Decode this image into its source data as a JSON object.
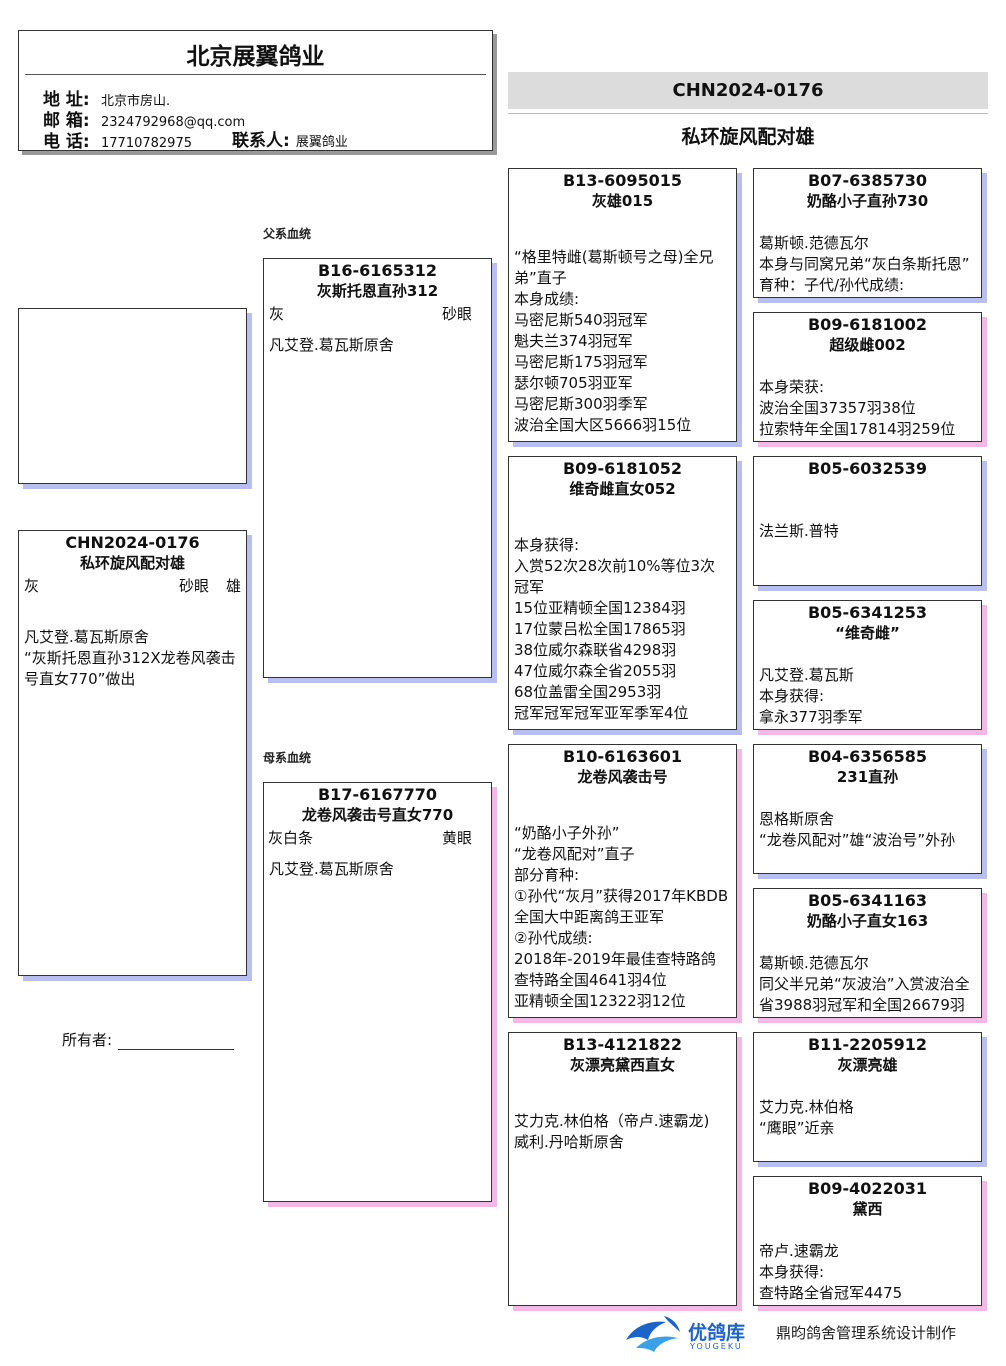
{
  "breeder": {
    "name": "北京展翼鸽业",
    "address_label": "地 址:",
    "address": "北京市房山.",
    "email_label": "邮 箱:",
    "email": "2324792968@qq.com",
    "phone_label": "电 话:",
    "phone": "17710782975",
    "contact_label": "联系人:",
    "contact": "展翼鸽业"
  },
  "header": {
    "ring": "CHN2024-0176",
    "name": "私环旋风配对雄"
  },
  "sections": {
    "sire_line": "父系血统",
    "dam_line": "母系血统"
  },
  "subject": {
    "ring": "CHN2024-0176",
    "name": "私环旋风配对雄",
    "color": "灰",
    "eye": "砂眼",
    "sex": "雄",
    "lines": [
      "凡艾登.葛瓦斯原舍",
      "“灰斯托恩直孙312X龙卷风袭击号直女770”做出"
    ]
  },
  "sire": {
    "ring": "B16-6165312",
    "name": "灰斯托恩直孙312",
    "color": "灰",
    "eye": "砂眼",
    "lines": [
      "凡艾登.葛瓦斯原舍"
    ]
  },
  "dam": {
    "ring": "B17-6167770",
    "name": "龙卷风袭击号直女770",
    "color": "灰白条",
    "eye": "黄眼",
    "lines": [
      "凡艾登.葛瓦斯原舍"
    ]
  },
  "gp1": {
    "ring": "B13-6095015",
    "name": "灰雄015",
    "lines": [
      "“格里特雌(葛斯顿号之母)全兄",
      "弟”直子",
      "本身成绩:",
      "马密尼斯540羽冠军",
      "魁夫兰374羽冠军",
      "马密尼斯175羽冠军",
      "瑟尔顿705羽亚军",
      "马密尼斯300羽季军",
      "波治全国大区5666羽15位"
    ]
  },
  "gp2": {
    "ring": "B09-6181052",
    "name": "维奇雌直女052",
    "lines": [
      "本身获得:",
      "入赏52次28次前10%等位3次",
      "冠军",
      "15位亚精顿全国12384羽",
      "17位蒙吕松全国17865羽",
      "38位威尔森联省4298羽",
      "47位威尔森全省2055羽",
      "68位盖雷全国2953羽",
      "冠军冠军冠军亚军季军4位"
    ]
  },
  "gp3": {
    "ring": "B10-6163601",
    "name": "龙卷风袭击号",
    "lines": [
      "“奶酪小子外孙”",
      "“龙卷风配对”直子",
      "部分育种:",
      "①孙代“灰月”获得2017年KBDB",
      "全国大中距离鸽王亚军",
      "②孙代成绩:",
      "2018年-2019年最佳查特路鸽",
      "查特路全国4641羽4位",
      "亚精顿全国12322羽12位"
    ]
  },
  "gp4": {
    "ring": "B13-4121822",
    "name": "灰漂亮黛西直女",
    "lines": [
      "艾力克.林伯格（帝卢.速霸龙)",
      "威利.丹哈斯原舍"
    ]
  },
  "ggp1": {
    "ring": "B07-6385730",
    "name": "奶酪小子直孙730",
    "lines": [
      "葛斯顿.范德瓦尔",
      "本身与同窝兄弟“灰白条斯托恩”",
      "育种：子代/孙代成绩:"
    ]
  },
  "ggp2": {
    "ring": "B09-6181002",
    "name": "超级雌002",
    "lines": [
      "本身荣获:",
      "波治全国37357羽38位",
      "拉索特年全国17814羽259位"
    ]
  },
  "ggp3": {
    "ring": "B05-6032539",
    "name": "",
    "lines": [
      "法兰斯.普特"
    ]
  },
  "ggp4": {
    "ring": "B05-6341253",
    "name": "“维奇雌”",
    "lines": [
      "凡艾登.葛瓦斯",
      "本身获得:",
      "拿永377羽季军"
    ]
  },
  "ggp5": {
    "ring": "B04-6356585",
    "name": "231直孙",
    "lines": [
      "恩格斯原舍",
      "“龙卷风配对”雄“波治号”外孙"
    ]
  },
  "ggp6": {
    "ring": "B05-6341163",
    "name": "奶酪小子直女163",
    "lines": [
      "葛斯顿.范德瓦尔",
      "同父半兄弟“灰波治”入赏波治全",
      "省3988羽冠军和全国26679羽"
    ]
  },
  "ggp7": {
    "ring": "B11-2205912",
    "name": "灰漂亮雄",
    "lines": [
      "艾力克.林伯格",
      "“鹰眼”近亲"
    ]
  },
  "ggp8": {
    "ring": "B09-4022031",
    "name": "黛西",
    "lines": [
      "帝卢.速霸龙",
      "本身获得:",
      "查特路全省冠军4475"
    ]
  },
  "owner_label": "所有者:",
  "footer": {
    "logo_text": "优鸽库",
    "logo_sub": "YOUGEKU",
    "credit": "鼎昀鸽舍管理系统设计制作"
  },
  "colors": {
    "shadow_blue": "#b8bff0",
    "shadow_pink": "#f3b8e6",
    "band_gray": "#dcdcdc",
    "logo_blue": "#1b64c9"
  }
}
